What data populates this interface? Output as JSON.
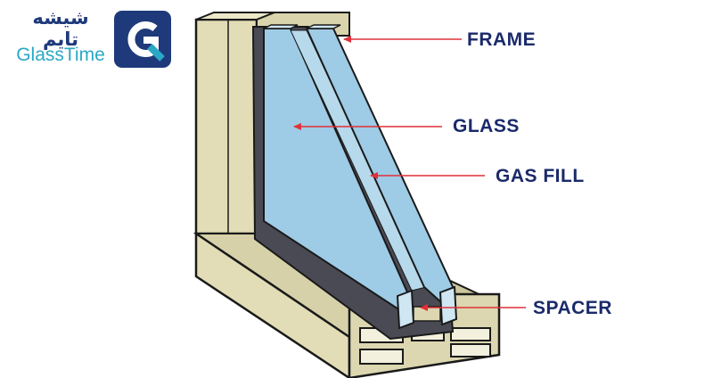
{
  "logo": {
    "persian_name": "شیشه تایم",
    "english_name": "GlassTime",
    "icon": "glasstime-g-logo-icon"
  },
  "labels": {
    "frame": "FRAME",
    "glass": "GLASS",
    "gas_fill": "GAS FILL",
    "spacer": "SPACER"
  },
  "colors": {
    "label_text": "#1a2a6a",
    "arrow": "#e0303a",
    "frame": "#dcd7b0",
    "glass": "#9ecbe5",
    "spacer": "#4a4a55",
    "logo_dark": "#1e3a7a",
    "logo_accent": "#2aa8c5"
  }
}
